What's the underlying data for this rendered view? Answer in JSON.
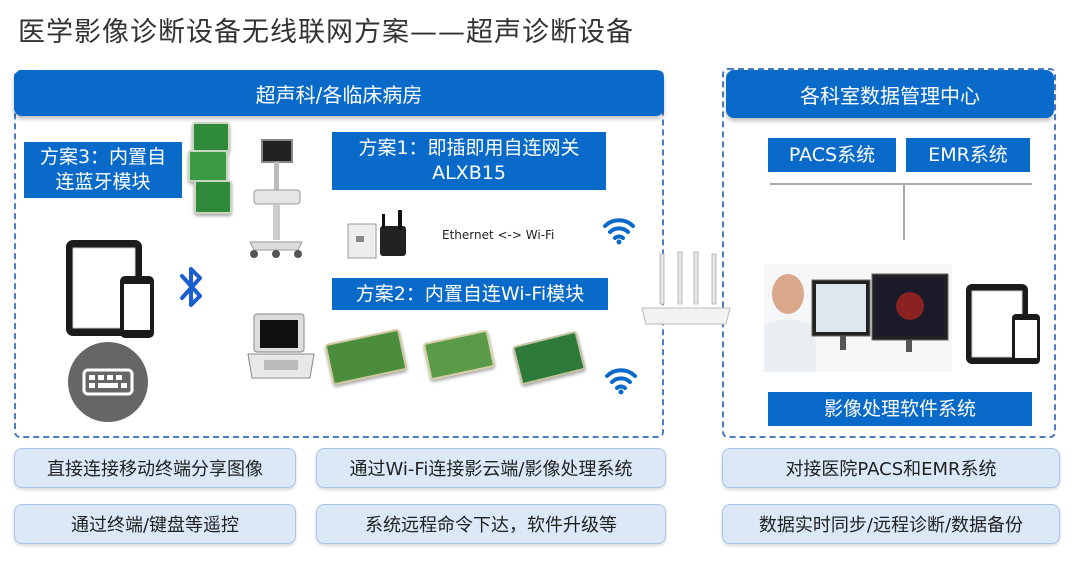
{
  "page_title": "医学影像诊断设备无线联网方案——超声诊断设备",
  "left_section": {
    "header": "超声科/各临床病房",
    "scheme1": {
      "line1": "方案1：即插即用自连网关",
      "line2": "ALXB15"
    },
    "scheme2": "方案2：内置自连Wi-Fi模块",
    "scheme3": {
      "line1": "方案3：内置自",
      "line2": "连蓝牙模块"
    },
    "ethernet_label": "Ethernet  <-> Wi-Fi"
  },
  "right_section": {
    "header": "各科室数据管理中心",
    "pacs": "PACS系统",
    "emr": "EMR系统",
    "software": "影像处理软件系统"
  },
  "bottom": {
    "left_top": "直接连接移动终端分享图像",
    "left_bottom": "通过终端/键盘等遥控",
    "mid_top": "通过Wi-Fi连接影云端/影像处理系统",
    "mid_bottom": "系统远程命令下达，软件升级等",
    "right_top": "对接医院PACS和EMR系统",
    "right_bottom": "数据实时同步/远程诊断/数据备份"
  },
  "icons": {
    "bluetooth": "bluetooth-icon",
    "wifi": "wifi-icon",
    "keyboard": "keyboard-icon",
    "router": "router-icon"
  },
  "colors": {
    "primary_blue": "#0a6ac9",
    "pill_bg": "#dbe8f7",
    "dashed_border": "#4a7cc4"
  }
}
